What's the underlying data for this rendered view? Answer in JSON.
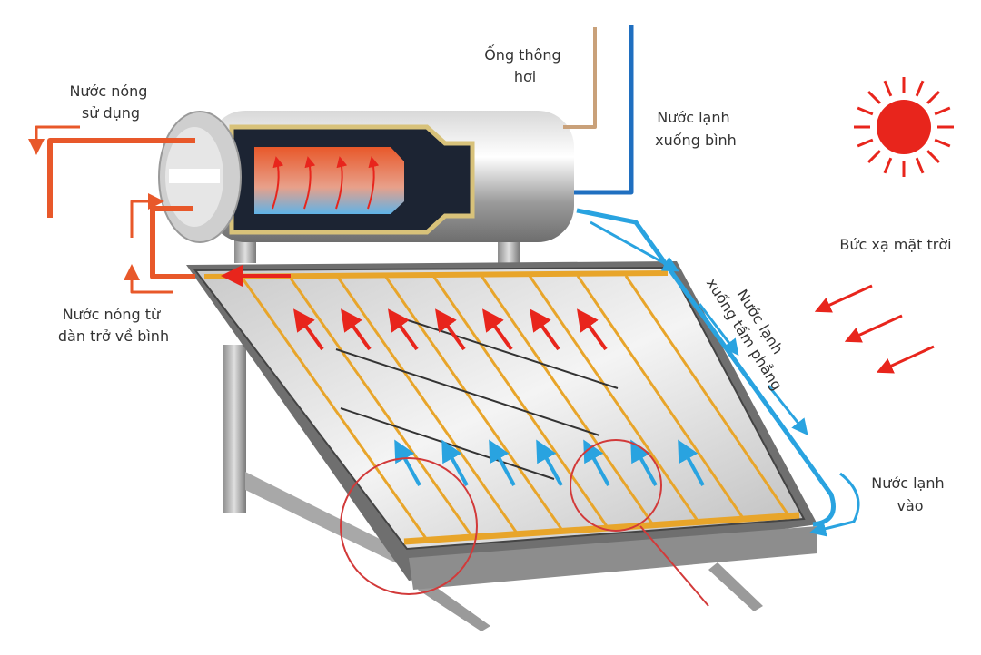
{
  "labels": {
    "vent_pipe": [
      "Ống thông",
      "hơi"
    ],
    "hot_water_use": [
      "Nước nóng",
      "sử dụng"
    ],
    "cold_water_to_tank": [
      "Nước lạnh",
      "xuống bình"
    ],
    "solar_radiation": [
      "Bức xạ mặt trời"
    ],
    "cold_water_to_panel": [
      "Nước lạnh",
      "xuống tấm phẳng"
    ],
    "hot_water_return": [
      "Nước nóng từ",
      "dàn trở về bình"
    ],
    "cold_water_in": [
      "Nước lạnh",
      "vào"
    ]
  },
  "colors": {
    "hot": "#e8582a",
    "cold": "#29a3e0",
    "cold_dark": "#1f6fc0",
    "tube": "#e8a52a",
    "sun": "#e8251c",
    "vent": "#c9a17a"
  }
}
